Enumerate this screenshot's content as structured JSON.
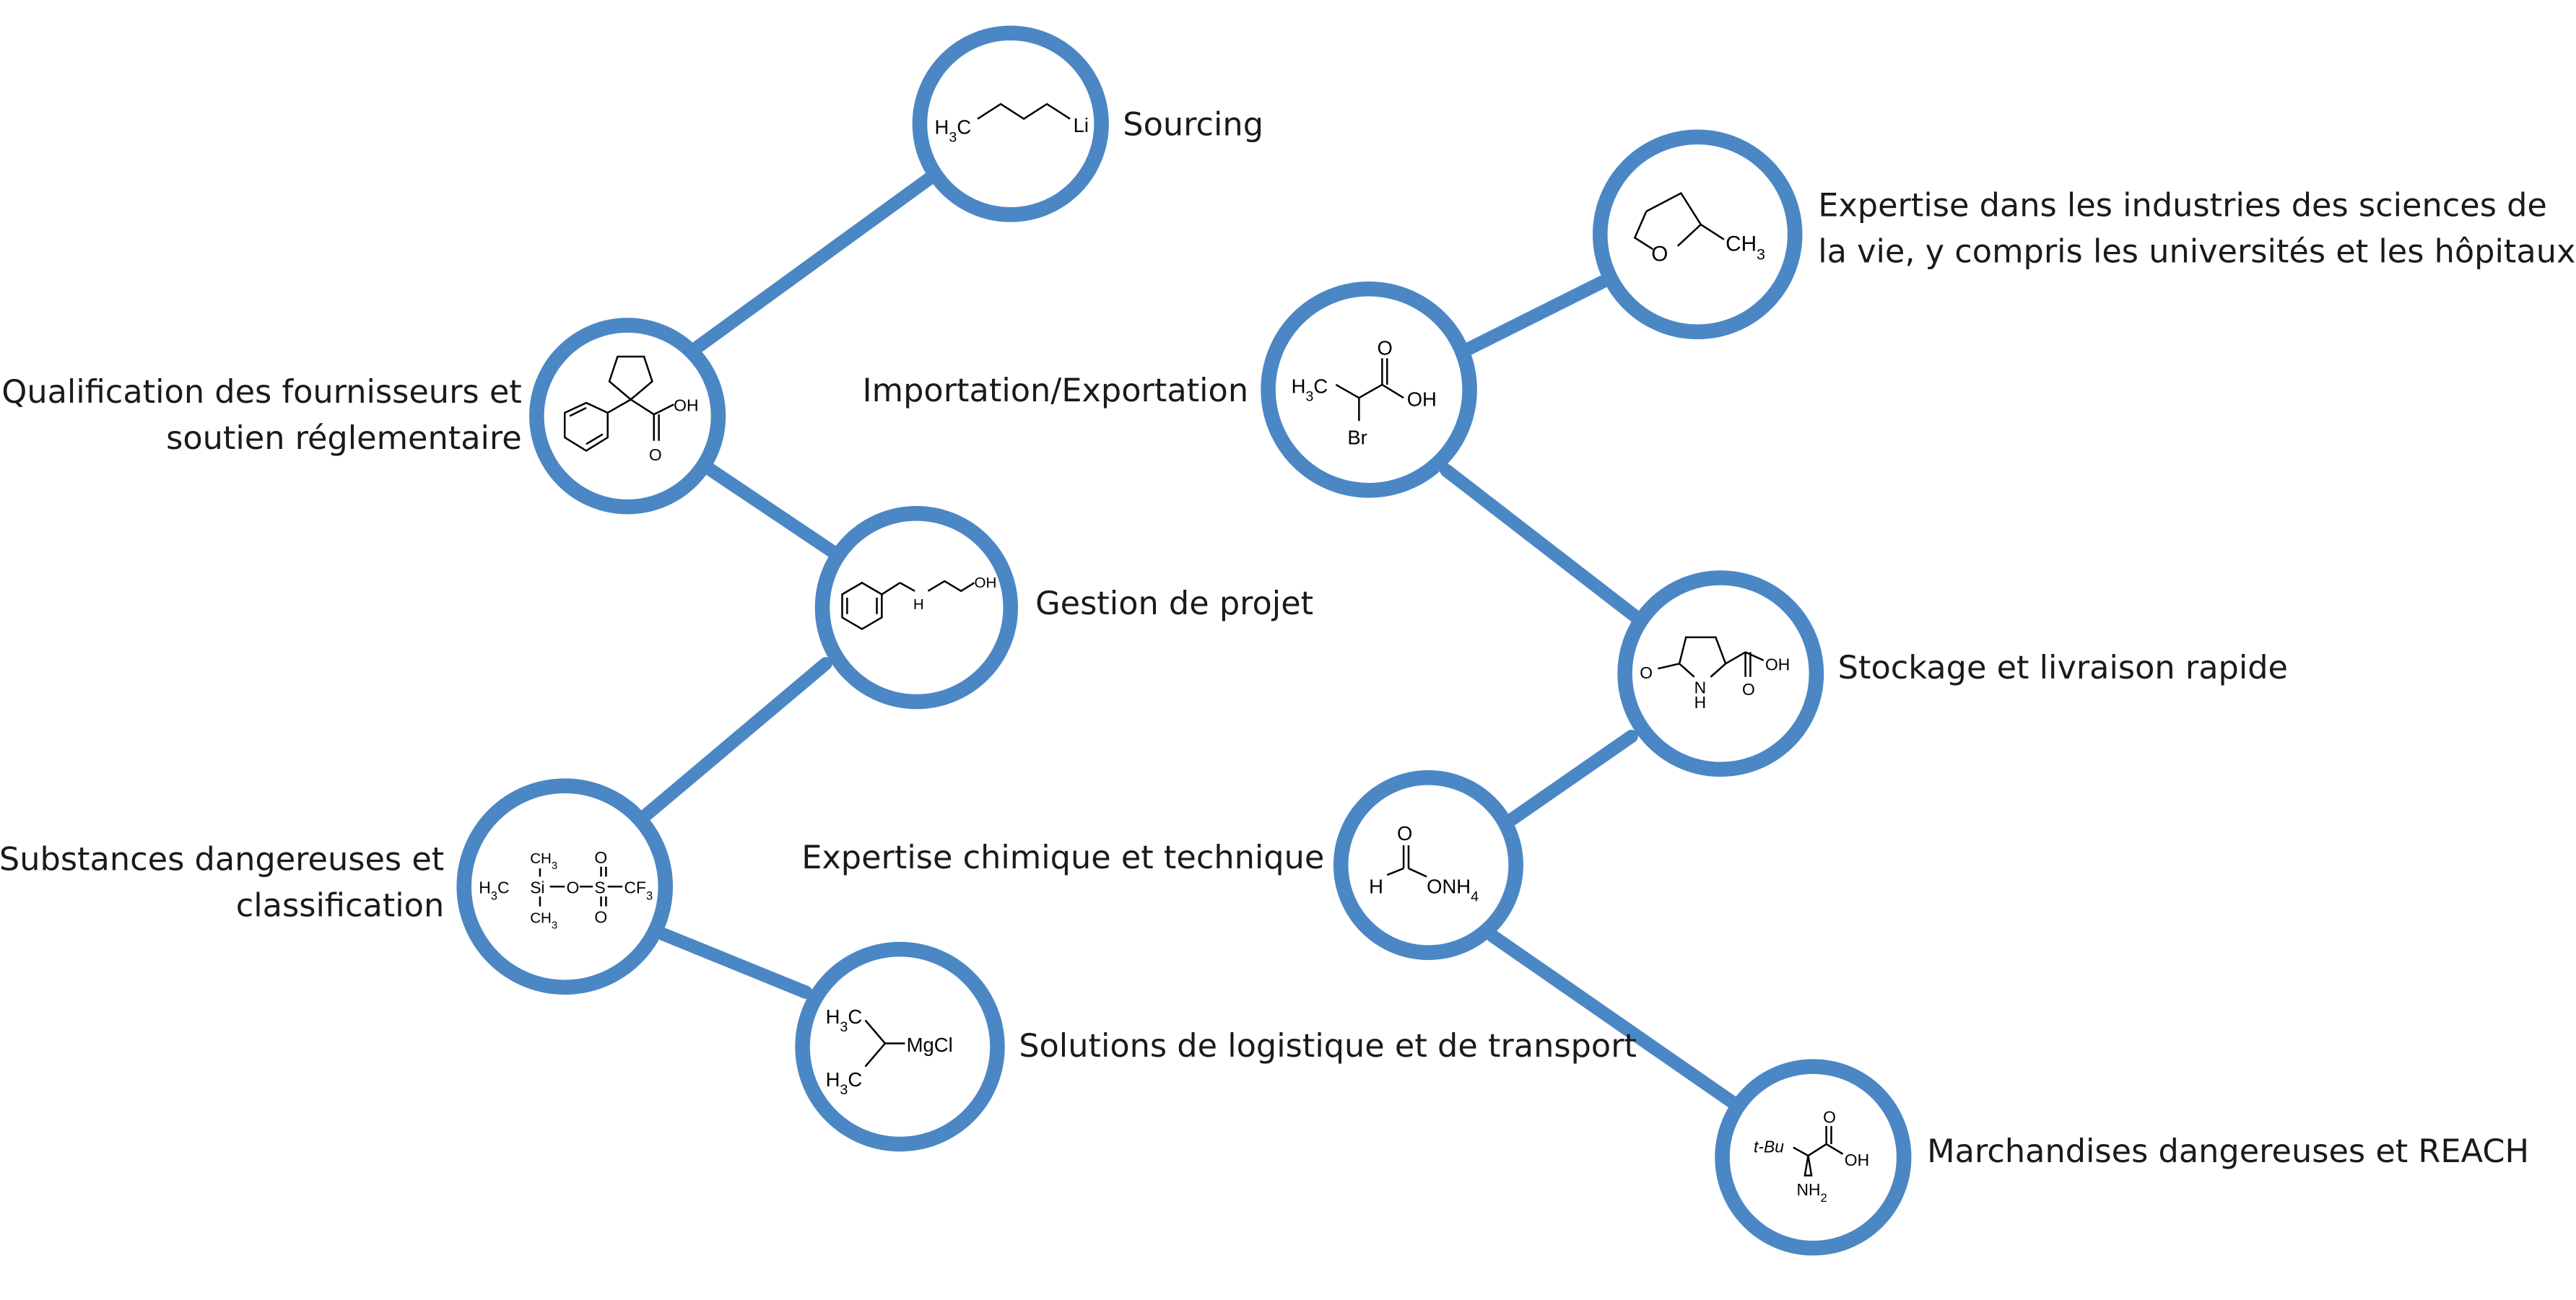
{
  "colors": {
    "ring": "#4b87c5",
    "connector": "#4b87c5",
    "text": "#1a1a1a"
  },
  "nodes": {
    "sourcing": {
      "molecule": {
        "left": "H3C",
        "right": "Li"
      },
      "label": "Sourcing"
    },
    "qualification": {
      "molecule": {
        "group": "OH",
        "ketone": "O"
      },
      "label_lines": [
        "Qualification des fournisseurs et",
        "soutien réglementaire"
      ]
    },
    "gestion": {
      "molecule": {
        "n": "H",
        "oh": "OH"
      },
      "label": "Gestion de projet"
    },
    "substances": {
      "molecule": {
        "left": "H3C",
        "si": "Si",
        "me_top": "CH3",
        "me_bot": "CH3",
        "o": "O",
        "s": "S",
        "cf3": "CF3",
        "o_top": "O",
        "o_bot": "O"
      },
      "label_lines": [
        "Substances dangereuses et",
        "classification"
      ]
    },
    "logistique": {
      "molecule": {
        "top": "H3C",
        "bottom": "H3C",
        "right": "MgCl"
      },
      "label": "Solutions de logistique et de transport"
    },
    "expertise_vie": {
      "molecule": {
        "o": "O",
        "ch3": "CH3"
      },
      "label_lines": [
        "Expertise dans les industries des sciences de",
        "la vie, y compris les universités et les hôpitaux"
      ]
    },
    "importation": {
      "molecule": {
        "h3c": "H3C",
        "o": "O",
        "oh": "OH",
        "br": "Br"
      },
      "label": "Importation/Exportation"
    },
    "stockage": {
      "molecule": {
        "o": "O",
        "n": "N",
        "h": "H",
        "oh": "OH",
        "o2": "O"
      },
      "label": "Stockage et livraison rapide"
    },
    "expertise_chimique": {
      "molecule": {
        "o": "O",
        "h": "H",
        "onh4": "ONH4"
      },
      "label": "Expertise chimique et technique"
    },
    "marchandises": {
      "molecule": {
        "tbu": "t-Bu",
        "o": "O",
        "oh": "OH",
        "nh2": "NH2"
      },
      "label": "Marchandises dangereuses et REACH"
    }
  }
}
